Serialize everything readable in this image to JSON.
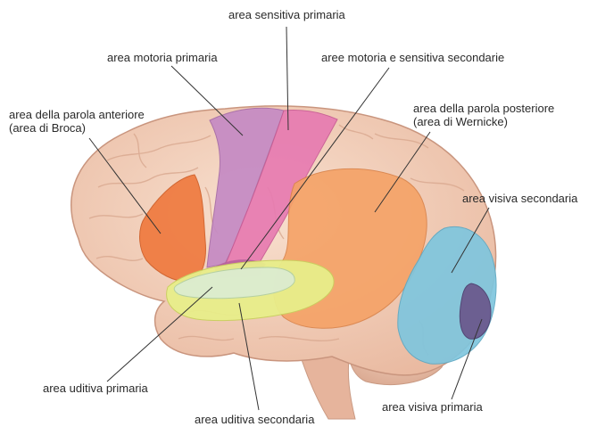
{
  "labels": {
    "area_sensitiva_primaria": "area sensitiva primaria",
    "area_motoria_primaria": "area motoria primaria",
    "aree_motoria_sensitiva_secondarie": "aree motoria e sensitiva secondarie",
    "area_parola_anteriore_l1": "area della parola anteriore",
    "area_parola_anteriore_l2": "(area di Broca)",
    "area_parola_posteriore_l1": "area della parola posteriore",
    "area_parola_posteriore_l2": "(area di Wernicke)",
    "area_visiva_secondaria": "area visiva secondaria",
    "area_uditiva_primaria": "area uditiva primaria",
    "area_visiva_primaria": "area visiva primaria",
    "area_uditiva_secondaria": "area uditiva secondaria"
  },
  "colors": {
    "brain_base": "#f3d3c0",
    "motor_primary": "#c58ac4",
    "sensory_primary": "#e77bb1",
    "broca": "#ef7a3f",
    "wernicke": "#f5a266",
    "visual_secondary": "#7fc6de",
    "visual_primary": "#6b5a8e",
    "auditory_primary": "#dcecd0",
    "auditory_secondary": "#e8ee8a",
    "leader_line": "#333333"
  }
}
